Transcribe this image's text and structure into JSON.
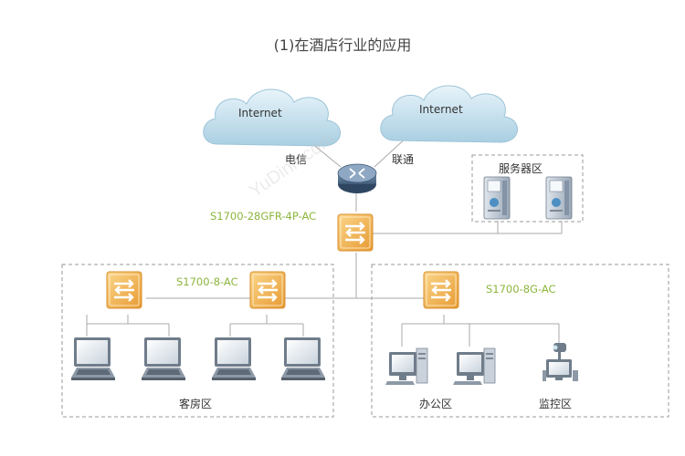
{
  "title": "(1)在酒店行业的应用",
  "clouds": [
    {
      "label": "Internet"
    },
    {
      "label": "Internet"
    }
  ],
  "isp_labels": {
    "left": "电信",
    "right": "联通"
  },
  "core_switch": {
    "model": "S1700-28GFR-4P-AC"
  },
  "server_zone": {
    "label": "服务器区"
  },
  "guest_switch": {
    "model": "S1700-8-AC"
  },
  "office_switch": {
    "model": "S1700-8G-AC"
  },
  "zones": {
    "guest_room": "客房区",
    "office": "办公区",
    "monitoring": "监控区"
  },
  "watermark": "YuDinn.com",
  "colors": {
    "switch": "#f2b24a",
    "switch_dark": "#d98e2a",
    "router": "#4e6d8c",
    "cloud": "#cfe6f2",
    "accent_green": "#8cb63c"
  }
}
